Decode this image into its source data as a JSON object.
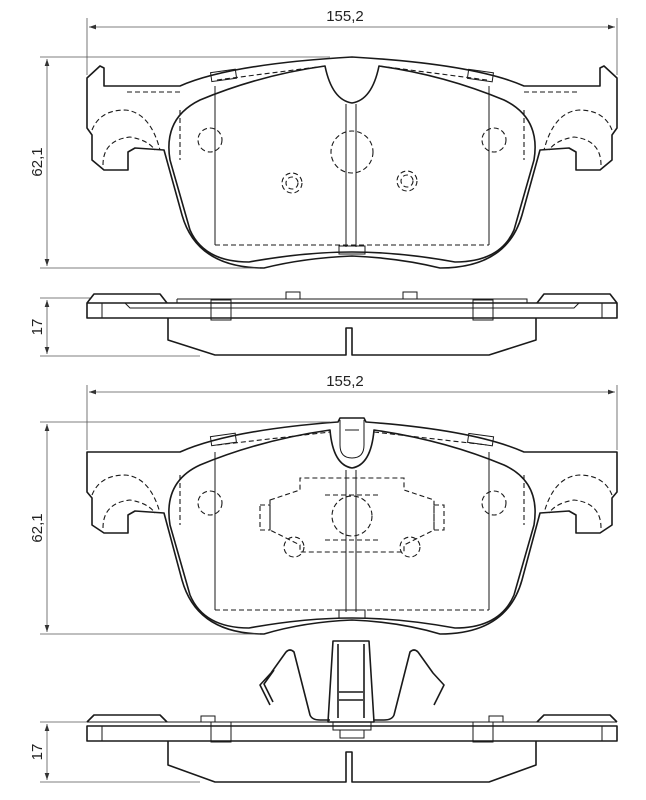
{
  "drawing": {
    "pad_outer": {
      "width_label": "155,2",
      "height_label": "62,1",
      "thickness_label": "17"
    },
    "pad_inner": {
      "width_label": "155,2",
      "height_label": "62,1",
      "thickness_label": "17"
    }
  }
}
